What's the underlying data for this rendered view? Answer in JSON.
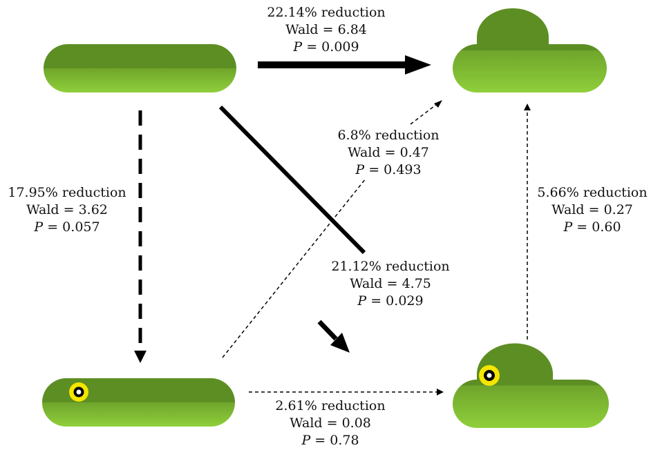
{
  "colors": {
    "node_dark": "#5d8e23",
    "node_light": "#8fcf3b",
    "eye_ring": "#f5e600",
    "arrow": "#000000"
  },
  "nodes": [
    {
      "id": "top-left",
      "shape": "capsule",
      "has_eye": false
    },
    {
      "id": "top-right",
      "shape": "capsule-with-hump",
      "has_eye": false
    },
    {
      "id": "bottom-left",
      "shape": "capsule",
      "has_eye": true
    },
    {
      "id": "bottom-right",
      "shape": "capsule-with-hump",
      "has_eye": true
    }
  ],
  "edges": [
    {
      "id": "top",
      "from": "top-left",
      "to": "top-right",
      "style": "solid-thick",
      "reduction": "22.14% reduction",
      "wald": "Wald = 6.84",
      "p_symbol": "P",
      "p_value": " = 0.009"
    },
    {
      "id": "left",
      "from": "top-left",
      "to": "bottom-left",
      "style": "dashed-thick",
      "reduction": "17.95% reduction",
      "wald": "Wald = 3.62",
      "p_symbol": "P",
      "p_value": " = 0.057"
    },
    {
      "id": "diag-down",
      "from": "top-left",
      "to": "bottom-right",
      "style": "solid-medium",
      "reduction": "21.12% reduction",
      "wald": "Wald = 4.75",
      "p_symbol": "P",
      "p_value": " = 0.029"
    },
    {
      "id": "diag-up",
      "from": "bottom-left",
      "to": "top-right",
      "style": "dotted-thin",
      "reduction": "6.8% reduction",
      "wald": "Wald = 0.47",
      "p_symbol": "P",
      "p_value": " = 0.493"
    },
    {
      "id": "right",
      "from": "bottom-right",
      "to": "top-right",
      "style": "dotted-thin",
      "reduction": "5.66% reduction",
      "wald": "Wald = 0.27",
      "p_symbol": "P",
      "p_value": " = 0.60"
    },
    {
      "id": "bottom",
      "from": "bottom-left",
      "to": "bottom-right",
      "style": "dotted-thin",
      "reduction": "2.61% reduction",
      "wald": "Wald = 0.08",
      "p_symbol": "P",
      "p_value": " = 0.78"
    }
  ]
}
